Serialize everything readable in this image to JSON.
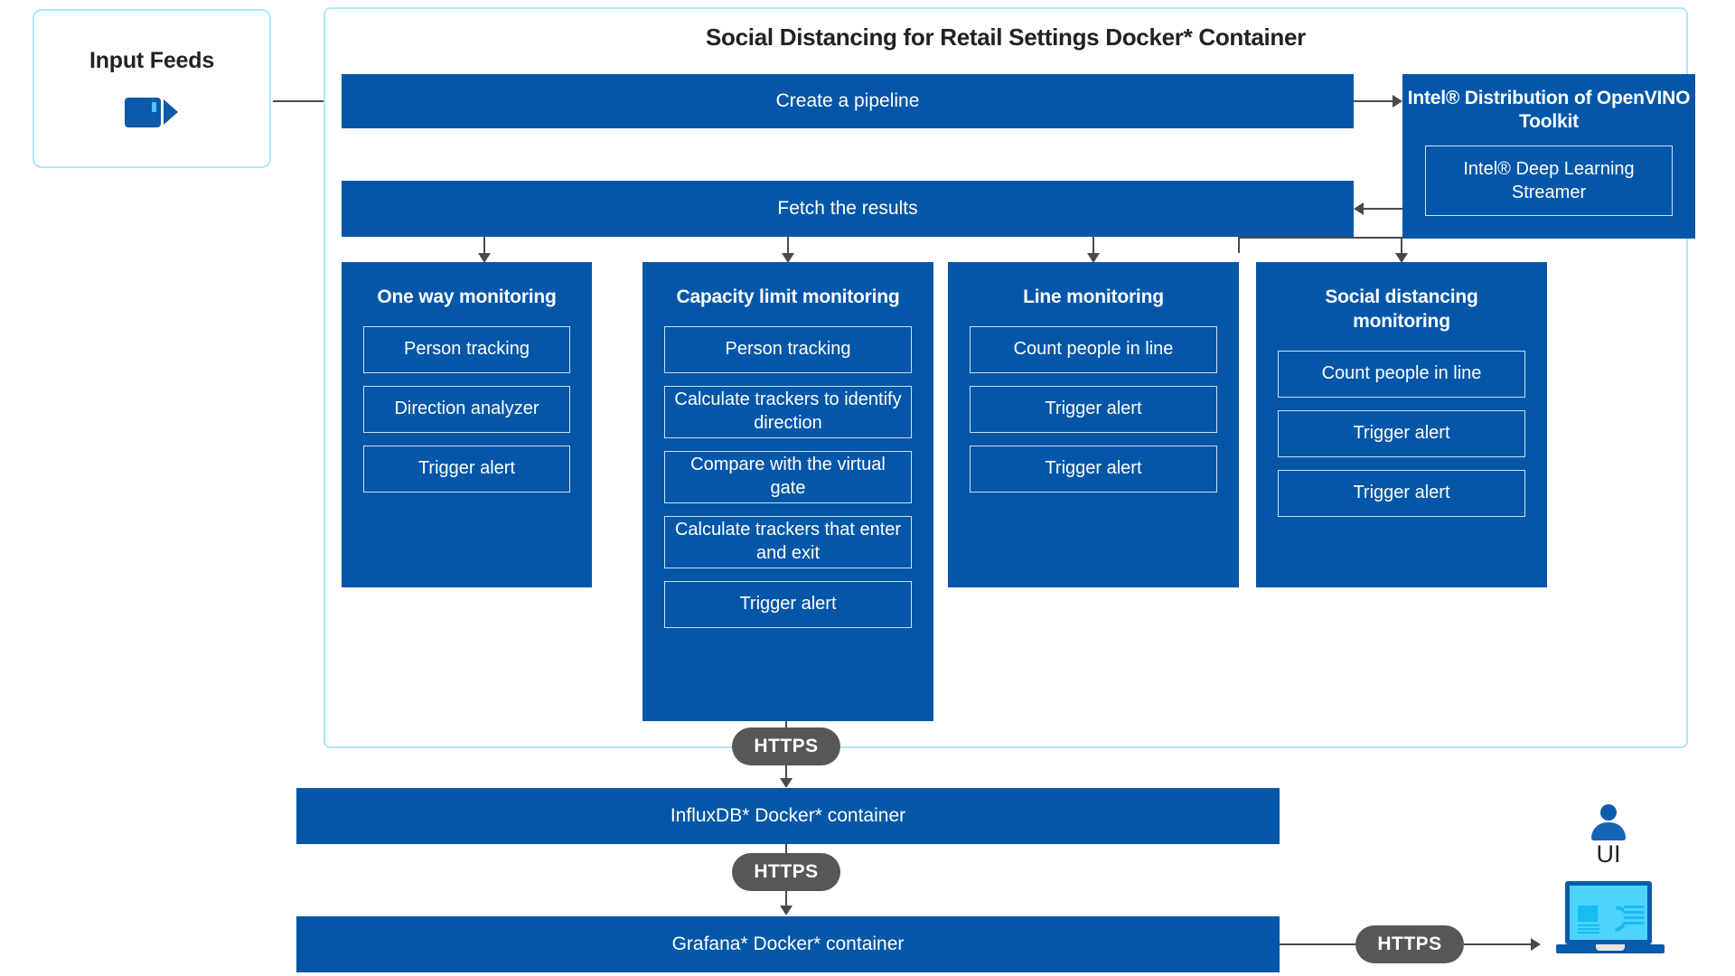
{
  "input_panel": {
    "title": "Input Feeds",
    "icon": "video-camera-icon"
  },
  "main": {
    "title": "Social Distancing for Retail Settings Docker* Container",
    "pipeline_bar": "Create a pipeline",
    "fetch_bar": "Fetch the results"
  },
  "openvino": {
    "title": "Intel® Distribution of OpenVINO Toolkit",
    "inner": "Intel® Deep Learning Streamer"
  },
  "columns": [
    {
      "title": "One way monitoring",
      "cells": [
        "Person tracking",
        "Direction analyzer",
        "Trigger alert"
      ]
    },
    {
      "title": "Capacity limit monitoring",
      "cells": [
        "Person tracking",
        "Calculate trackers to identify direction",
        "Compare with the virtual gate",
        "Calculate trackers that enter and exit",
        "Trigger alert"
      ]
    },
    {
      "title": "Line monitoring",
      "cells": [
        "Count people in line",
        "Trigger alert",
        "Trigger alert"
      ]
    },
    {
      "title": "Social distancing monitoring",
      "cells": [
        "Count people in line",
        "Trigger alert",
        "Trigger alert"
      ]
    }
  ],
  "bottom": {
    "influxdb_bar": "InfluxDB* Docker* container",
    "grafana_bar": "Grafana* Docker* container",
    "https_1": "HTTPS",
    "https_2": "HTTPS",
    "https_3": "HTTPS"
  },
  "ui": {
    "label": "UI",
    "person_icon": "person-icon",
    "laptop_icon": "laptop-dashboard-icon"
  },
  "colors": {
    "primary_blue": "#0457a8",
    "light_border": "#ade7fb",
    "pill_gray": "#575757",
    "cell_border": "#cbdff2",
    "icon_cyan": "#4ed3fb",
    "connector": "#4a4a4a"
  }
}
